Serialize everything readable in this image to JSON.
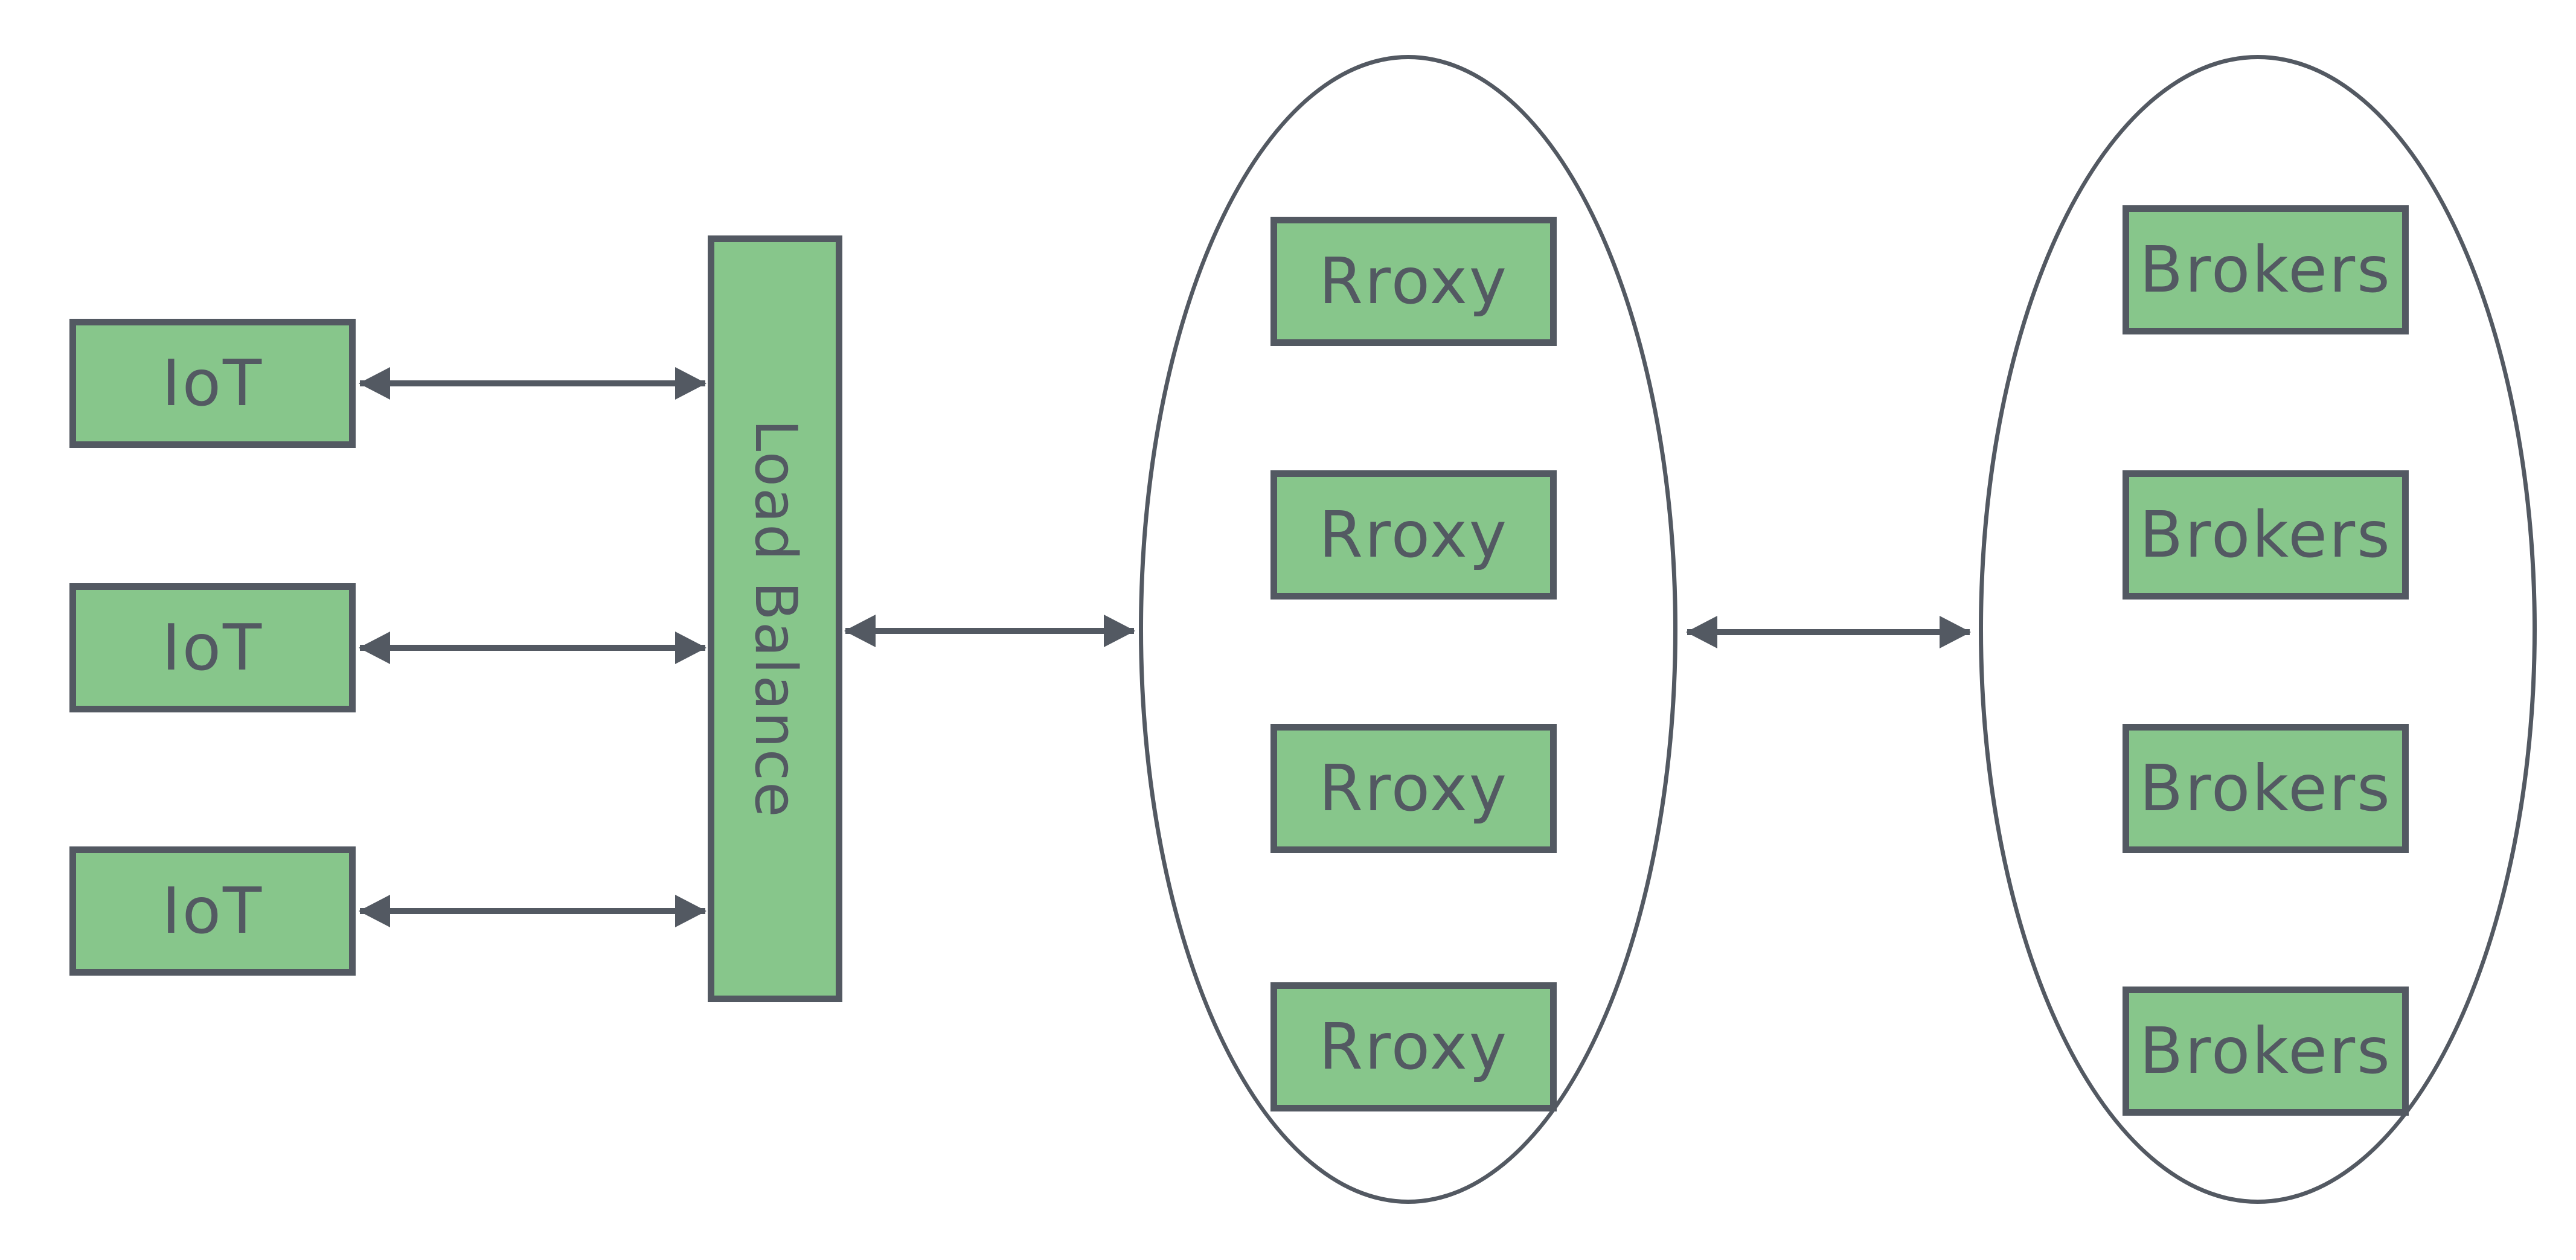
{
  "diagram": {
    "background_color": "#ffffff",
    "palette": {
      "node_fill": "#87C68B",
      "stroke": "#535962",
      "text": "#535962"
    },
    "nodes": {
      "iot": [
        {
          "label": "IoT"
        },
        {
          "label": "IoT"
        },
        {
          "label": "IoT"
        }
      ],
      "load_balancer": {
        "label": "Load Balance",
        "text_orientation": "vertical"
      },
      "proxies": [
        {
          "label": "Rroxy"
        },
        {
          "label": "Rroxy"
        },
        {
          "label": "Rroxy"
        },
        {
          "label": "Rroxy"
        }
      ],
      "brokers": [
        {
          "label": "Brokers"
        },
        {
          "label": "Brokers"
        },
        {
          "label": "Brokers"
        },
        {
          "label": "Brokers"
        }
      ]
    },
    "clusters": [
      {
        "id": "proxy-cluster",
        "shape": "ellipse",
        "contains": "proxies"
      },
      {
        "id": "broker-cluster",
        "shape": "ellipse",
        "contains": "brokers"
      }
    ],
    "edges": [
      {
        "from": "iot-1",
        "to": "load-balancer",
        "direction": "bidirectional"
      },
      {
        "from": "iot-2",
        "to": "load-balancer",
        "direction": "bidirectional"
      },
      {
        "from": "iot-3",
        "to": "load-balancer",
        "direction": "bidirectional"
      },
      {
        "from": "load-balancer",
        "to": "proxy-cluster",
        "direction": "bidirectional"
      },
      {
        "from": "proxy-cluster",
        "to": "broker-cluster",
        "direction": "bidirectional"
      }
    ]
  }
}
